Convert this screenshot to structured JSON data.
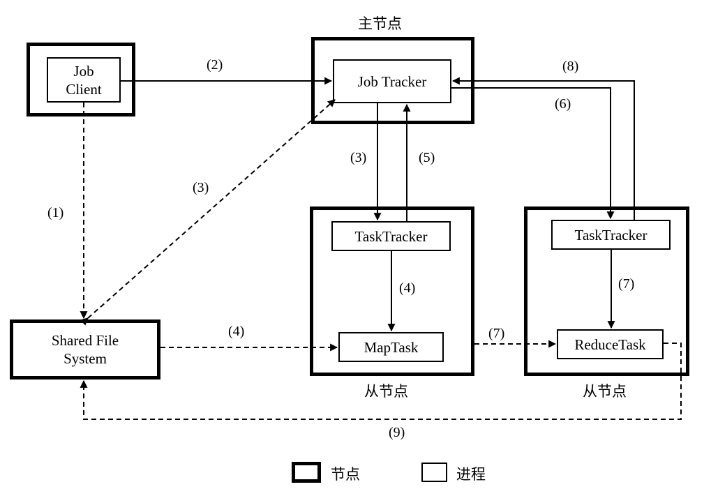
{
  "captions": {
    "master": "主节点",
    "slave_left": "从节点",
    "slave_right": "从节点"
  },
  "processes": {
    "job_client": "Job\nClient",
    "job_tracker": "Job Tracker",
    "task_tracker_map": "TaskTracker",
    "task_tracker_reduce": "TaskTracker",
    "map_task": "MapTask",
    "reduce_task": "ReduceTask",
    "shared_fs": "Shared File\nSystem"
  },
  "step_labels": {
    "s1": "(1)",
    "s2": "(2)",
    "s3_fs": "(3)",
    "s3_tt": "(3)",
    "s4_fs": "(4)",
    "s4_tt": "(4)",
    "s5": "(5)",
    "s6": "(6)",
    "s7_map": "(7)",
    "s7_tt": "(7)",
    "s8": "(8)",
    "s9": "(9)"
  },
  "legend": {
    "node_label": "节点",
    "process_label": "进程"
  }
}
